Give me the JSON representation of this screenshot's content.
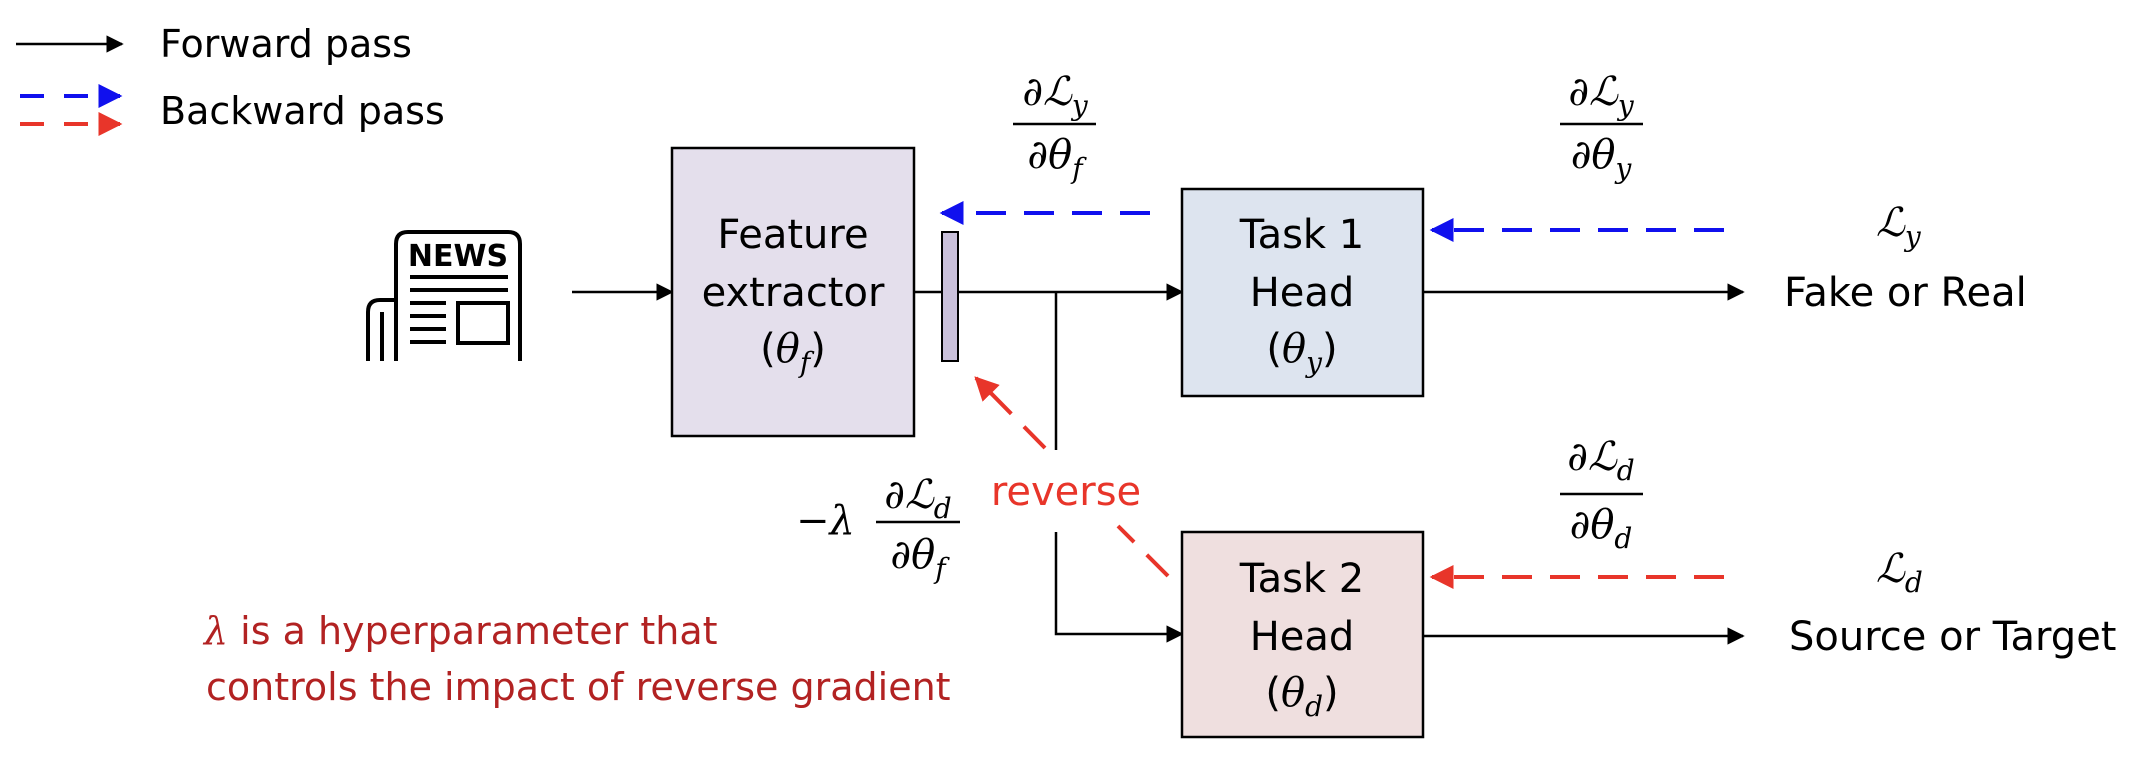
{
  "legend": {
    "forward_label": "Forward pass",
    "backward_label": "Backward pass"
  },
  "colors": {
    "forward": "#000000",
    "backward_task1": "#1010ee",
    "backward_task2": "#e8352a",
    "reverse_text": "#e8352a",
    "note_text": "#b22222",
    "feature_box_fill": "#e4dfec",
    "bar_fill": "#c9c0da",
    "task1_fill": "#dde4ef",
    "task2_fill": "#efdfdf"
  },
  "input": {
    "icon": "newspaper-icon",
    "icon_text": "NEWS"
  },
  "feature_extractor": {
    "line1": "Feature",
    "line2": "extractor",
    "param": "(θ_f)",
    "param_base": "θ",
    "param_sub": "f"
  },
  "task1": {
    "line1": "Task 1",
    "line2": "Head",
    "param_base": "θ",
    "param_sub": "y",
    "loss_base": "ℒ",
    "loss_sub": "y",
    "output_label": "Fake or Real"
  },
  "task2": {
    "line1": "Task 2",
    "line2": "Head",
    "param_base": "θ",
    "param_sub": "d",
    "loss_base": "ℒ",
    "loss_sub": "d",
    "output_label": "Source or Target"
  },
  "gradients": {
    "dLy_dthetaf": {
      "num": "∂ℒ",
      "num_sub": "y",
      "den": "∂θ",
      "den_sub": "f"
    },
    "dLy_dthetay": {
      "num": "∂ℒ",
      "num_sub": "y",
      "den": "∂θ",
      "den_sub": "y"
    },
    "dLd_dthetad": {
      "num": "∂ℒ",
      "num_sub": "d",
      "den": "∂θ",
      "den_sub": "d"
    },
    "reverse_grad": {
      "prefix": "−λ",
      "num": "∂ℒ",
      "num_sub": "d",
      "den": "∂θ",
      "den_sub": "f"
    }
  },
  "reverse_label": "reverse",
  "note": {
    "line1_symbol": "λ",
    "line1_rest": " is a hyperparameter that",
    "line2": "controls the impact of reverse gradient"
  }
}
